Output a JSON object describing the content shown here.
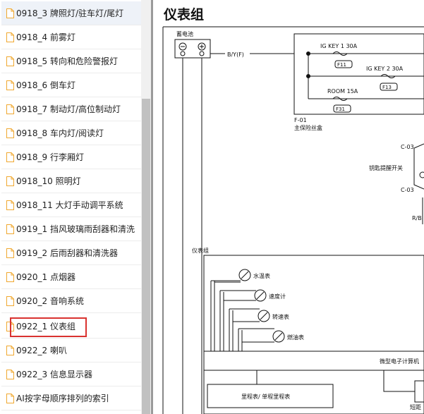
{
  "sidebar": {
    "items": [
      {
        "label": "0918_3 牌照灯/驻车灯/尾灯"
      },
      {
        "label": "0918_4 前雾灯"
      },
      {
        "label": "0918_5 转向和危险警报灯"
      },
      {
        "label": "0918_6 倒车灯"
      },
      {
        "label": "0918_7 制动灯/高位制动灯"
      },
      {
        "label": "0918_8 车内灯/阅读灯"
      },
      {
        "label": "0918_9 行李厢灯"
      },
      {
        "label": "0918_10 照明灯"
      },
      {
        "label": "0918_11 大灯手动调平系统"
      },
      {
        "label": "0919_1 挡风玻璃雨刮器和清洗"
      },
      {
        "label": "0919_2 后雨刮器和清洗器"
      },
      {
        "label": "0920_1 点烟器"
      },
      {
        "label": "0920_2 音响系统"
      },
      {
        "label": "0922_1 仪表组"
      },
      {
        "label": "0922_2 喇叭"
      },
      {
        "label": "0922_3 信息显示器"
      },
      {
        "label": "AI按字母顺序排列的索引"
      }
    ],
    "active_index": 0,
    "highlighted_index": 13
  },
  "content": {
    "title": "仪表组"
  },
  "diagram": {
    "battery": "蓄电池",
    "wire_byf": "B/Y(F)",
    "fuse1": "IG KEY 1 30A",
    "fuse1_code": "F11",
    "fuse2": "IG KEY 2 30A",
    "fuse2_code": "F13",
    "fuse3": "ROOM 15A",
    "fuse3_code": "F31",
    "fusebox_code": "F-01",
    "fusebox_name": "主保险丝盒",
    "connector_c03_top": "C-03",
    "key_switch": "钥匙提醒开关",
    "connector_c03_bottom": "C-03",
    "wire_rb": "R/B",
    "cluster": "仪表组",
    "gauge1": "水温表",
    "gauge2": "速度计",
    "gauge3": "转速表",
    "gauge4": "燃油表",
    "ecu": "微型电子计算机",
    "odometer": "里程表/ 单程里程表",
    "short": "短距"
  },
  "colors": {
    "highlight_border": "#d9322f",
    "active_item_bg": "#eef2f8",
    "doc_icon": "#f0a830"
  }
}
